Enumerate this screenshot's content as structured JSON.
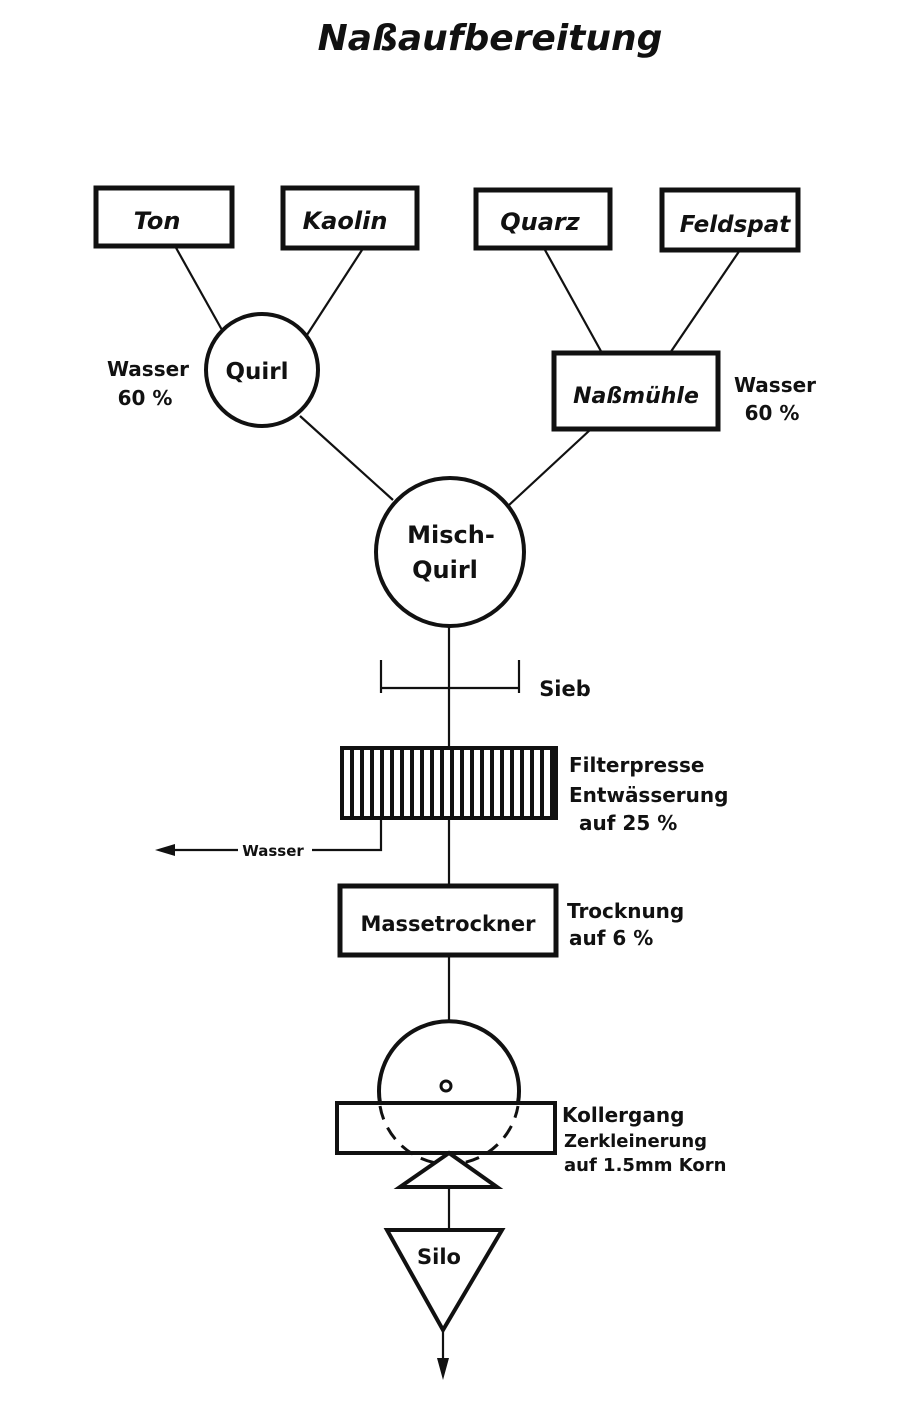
{
  "title": "Naßaufbereitung",
  "nodes": {
    "ton": "Ton",
    "kaolin": "Kaolin",
    "quarz": "Quarz",
    "feldspat": "Feldspat",
    "quirl": "Quirl",
    "nassmuehle": "Naßmühle",
    "misch_line1": "Misch-",
    "misch_line2": "Quirl",
    "massetrockner": "Massetrockner",
    "silo": "Silo"
  },
  "labels": {
    "wasser_left_1": "Wasser",
    "wasser_left_2": "60 %",
    "wasser_right_1": "Wasser",
    "wasser_right_2": "60 %",
    "sieb": "Sieb",
    "filterpresse_1": "Filterpresse",
    "filterpresse_2": "Entwässerung",
    "filterpresse_3": "auf  25 %",
    "wasser_out": "Wasser",
    "trocknung_1": "Trocknung",
    "trocknung_2": "auf  6 %",
    "kollergang_1": "Kollergang",
    "kollergang_2": "Zerkleinerung",
    "kollergang_3": "auf 1.5mm Korn"
  }
}
